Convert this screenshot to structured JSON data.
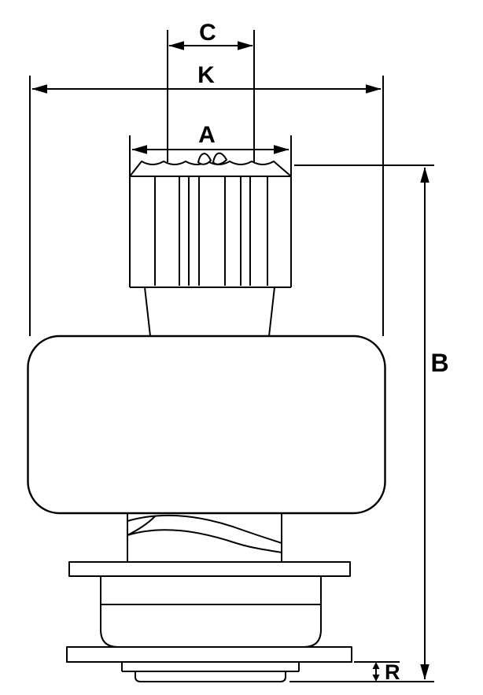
{
  "diagram": {
    "background": "#ffffff",
    "line_color": "#000000",
    "labels": {
      "c": "C",
      "k": "K",
      "a": "A",
      "b": "B",
      "r": "R"
    }
  }
}
